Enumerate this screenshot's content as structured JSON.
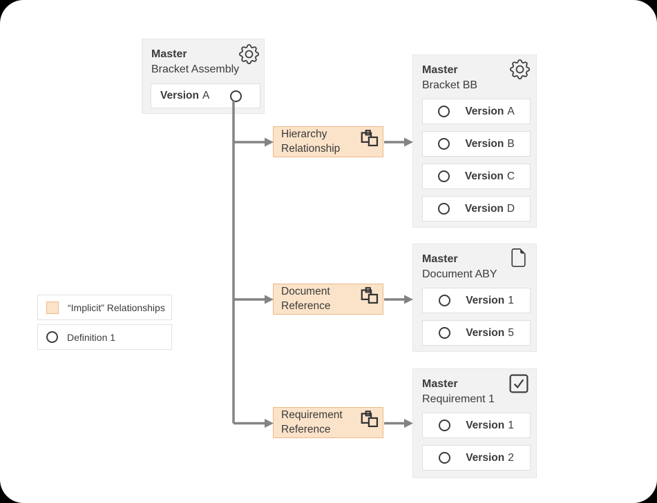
{
  "labels": {
    "version": "Version"
  },
  "source_box": {
    "title": "Master",
    "subtitle": "Bracket Assembly",
    "version_label": "Version",
    "version_value": "A"
  },
  "relationships": [
    {
      "line1": "Hierarchy",
      "line2": "Relationship",
      "icon": "linked-items-icon"
    },
    {
      "line1": "Document",
      "line2": "Reference",
      "icon": "linked-items-icon"
    },
    {
      "line1": "Requirement",
      "line2": "Reference",
      "icon": "linked-items-icon"
    }
  ],
  "panels": [
    {
      "title": "Master",
      "subtitle": "Bracket BB",
      "icon": "gear-icon",
      "versions": [
        "A",
        "B",
        "C",
        "D"
      ]
    },
    {
      "title": "Master",
      "subtitle": "Document ABY",
      "icon": "document-icon",
      "versions": [
        "1",
        "5"
      ]
    },
    {
      "title": "Master",
      "subtitle": "Requirement 1",
      "icon": "checkbox-icon",
      "versions": [
        "1",
        "2"
      ]
    }
  ],
  "legend": {
    "implicit_label": "“Implicit” Relationships",
    "definition_label": "Definition 1"
  },
  "colors": {
    "implicit_fill": "#FBE3C9",
    "implicit_border": "#EDB888",
    "panel_bg": "#F2F2F2",
    "connector": "#838383",
    "text": "#3B3B3B"
  }
}
